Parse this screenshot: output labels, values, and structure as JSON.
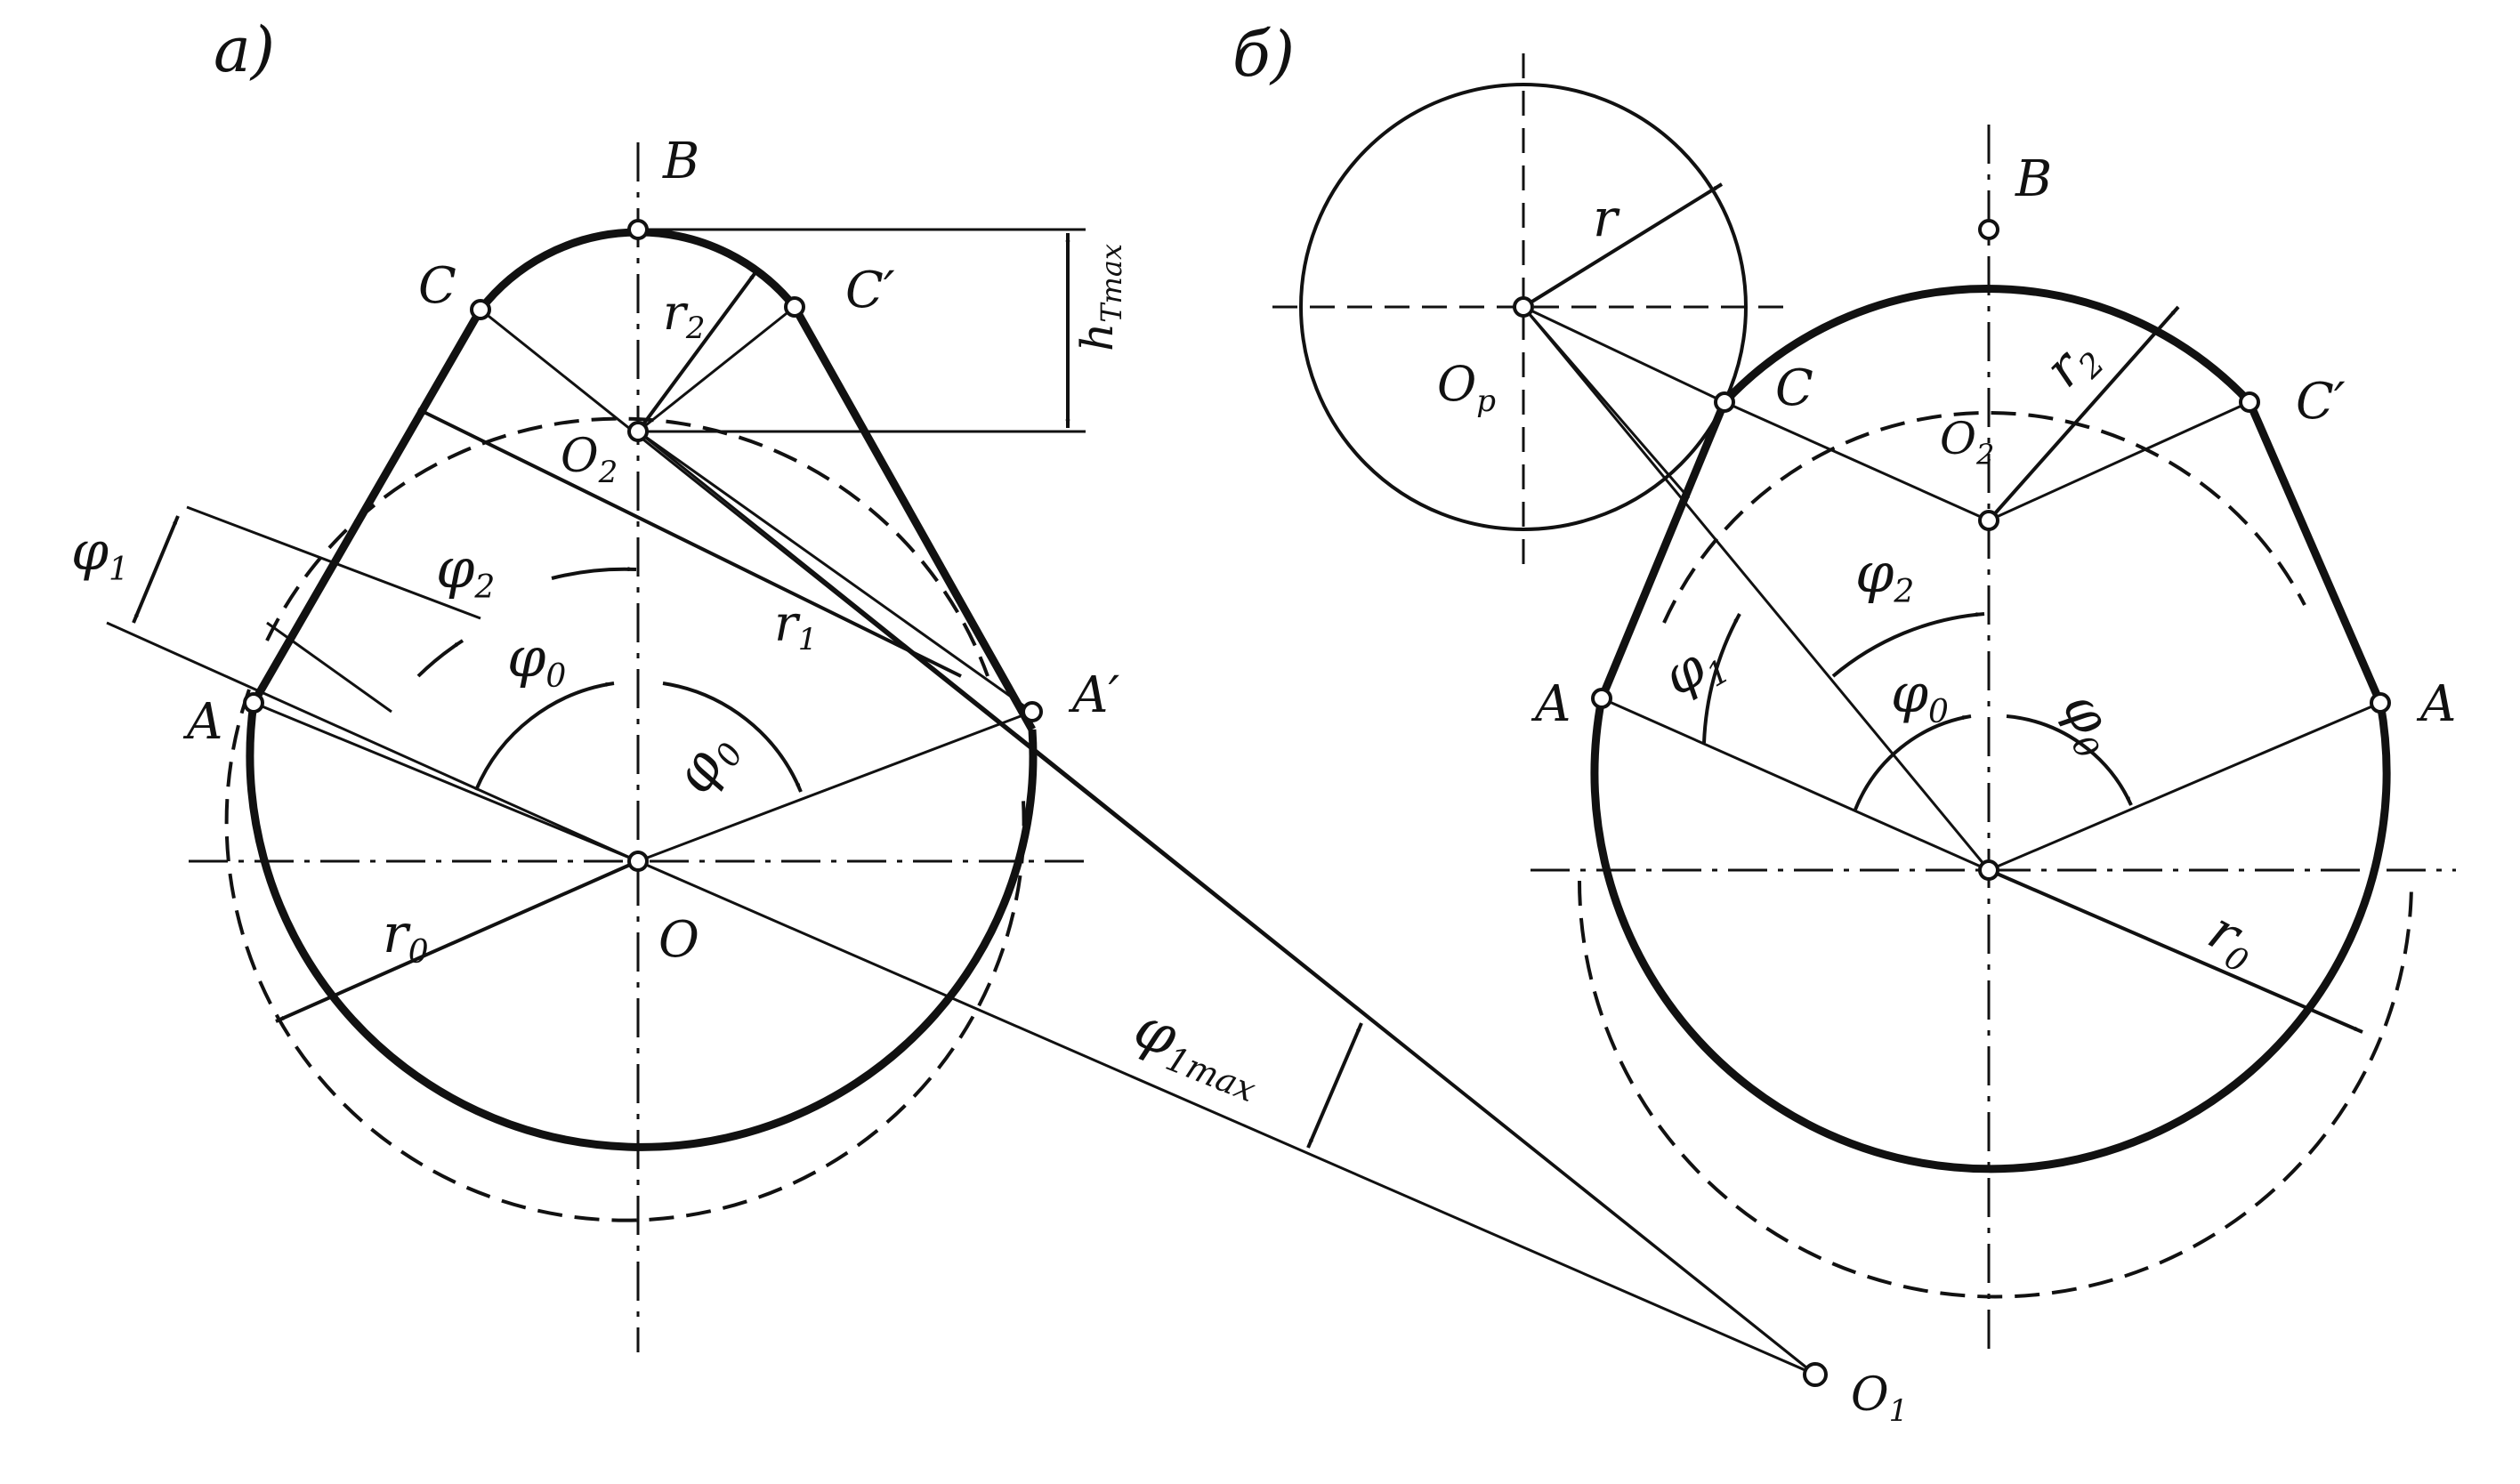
{
  "panel_a": {
    "tag": "а)",
    "labels": {
      "B": "B",
      "C": "C",
      "C_prime": "C",
      "A": "A",
      "A_prime": "A",
      "O": "O",
      "O2": "O",
      "O2_sub": "2",
      "O1": "O",
      "O1_sub": "1",
      "r2": "r",
      "r2_sub": "2",
      "r1": "r",
      "r1_sub": "1",
      "r0": "r",
      "r0_sub": "0",
      "phi1": "φ",
      "phi1_sub": "1",
      "phi2": "φ",
      "phi2_sub": "2",
      "phi0_a": "φ",
      "phi0_a_sub": "0",
      "phi0_b": "φ",
      "phi0_b_sub": "0",
      "phi1max": "φ",
      "phi1max_sub": "1max",
      "htmax": "h",
      "htmax_sub": "Tmax"
    }
  },
  "panel_b": {
    "tag": "б)",
    "labels": {
      "B": "B",
      "C": "C",
      "C_prime": "C",
      "A_left": "A",
      "A_right": "A",
      "Op": "O",
      "Op_sub": "p",
      "O2": "O",
      "O2_sub": "2",
      "r": "r",
      "r2": "r",
      "r2_sub": "2",
      "r0": "r",
      "r0_sub": "0",
      "phi1": "φ",
      "phi1_sub": "1",
      "phi2": "φ",
      "phi2_sub": "2",
      "phi0_a": "φ",
      "phi0_a_sub": "0",
      "phi0_b": "φ",
      "phi0_b_sub": "0"
    }
  },
  "prime_mark": "′"
}
